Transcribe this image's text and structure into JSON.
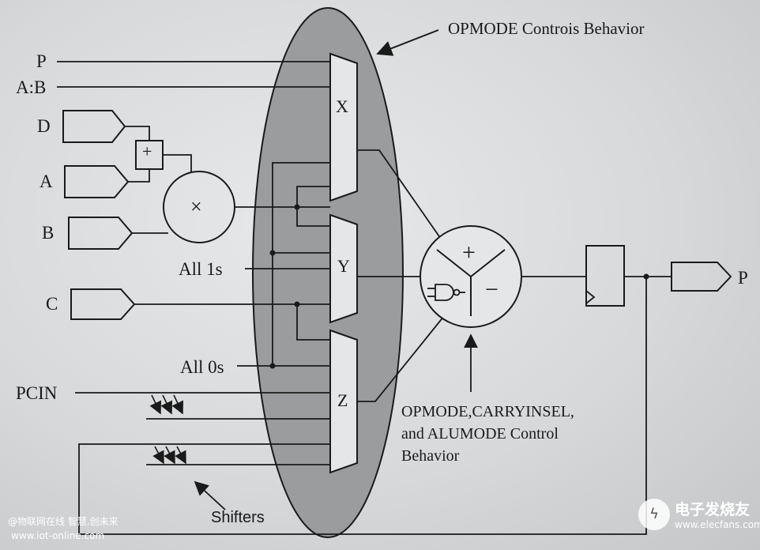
{
  "header": {
    "title": "OPMODE Controis Behavior"
  },
  "inputs": {
    "p": "P",
    "ab": "A:B",
    "d": "D",
    "a": "A",
    "b": "B",
    "c": "C",
    "pcin": "PCIN"
  },
  "constants": {
    "ones": "All 1s",
    "zeros": "All 0s"
  },
  "mux": {
    "x": "X",
    "y": "Y",
    "z": "Z"
  },
  "operators": {
    "preadd": "+",
    "mult": "×",
    "alu_plus": "+",
    "alu_minus": "−"
  },
  "control_note": [
    "OPMODE,CARRYINSEL,",
    "and ALUMODE Control",
    "Behavior"
  ],
  "shifters_label": "Shifters",
  "output": {
    "p": "P"
  },
  "watermark": {
    "line1": "@物联网在线 智慧.创未来",
    "line2": "www.iot-online.com"
  },
  "logo": {
    "name": "电子发烧友",
    "url": "www.elecfans.com",
    "icon": "lightning-bolt-icon"
  },
  "colors": {
    "ellipse_fill": "#9a9c9e",
    "line": "#1a1a1a",
    "paper": "#d9dbdd"
  }
}
